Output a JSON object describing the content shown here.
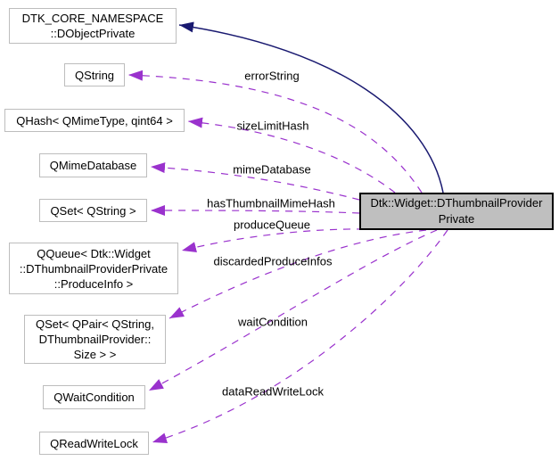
{
  "diagram_type": "class-collaboration-graph",
  "colors": {
    "usage_edge": "#9A32CD",
    "inheritance_edge": "#191970",
    "node_border": "#BDBDBD",
    "node_fill": "#FFFFFF",
    "main_node_fill": "#BFBFBF",
    "main_node_border": "#000000",
    "background": "#FFFFFF",
    "text": "#000000"
  },
  "main_node": {
    "label": "Dtk::Widget::DThumbnailProvider\nPrivate"
  },
  "nodes": [
    {
      "id": "dobjectprivate",
      "label": "DTK_CORE_NAMESPACE\n::DObjectPrivate"
    },
    {
      "id": "qstring",
      "label": "QString"
    },
    {
      "id": "qhash",
      "label": "QHash< QMimeType, qint64 >"
    },
    {
      "id": "qmimedatabase",
      "label": "QMimeDatabase"
    },
    {
      "id": "qset-qstring",
      "label": "QSet< QString >"
    },
    {
      "id": "qqueue-produceinfo",
      "label": "QQueue< Dtk::Widget\n::DThumbnailProviderPrivate\n::ProduceInfo >"
    },
    {
      "id": "qset-qpair",
      "label": "QSet< QPair< QString,\nDThumbnailProvider::\nSize > >"
    },
    {
      "id": "qwaitcondition",
      "label": "QWaitCondition"
    },
    {
      "id": "qreadwritelock",
      "label": "QReadWriteLock"
    }
  ],
  "edges": [
    {
      "label": "errorString",
      "type": "usage",
      "from": "main",
      "to": "qstring"
    },
    {
      "label": "sizeLimitHash",
      "type": "usage",
      "from": "main",
      "to": "qhash"
    },
    {
      "label": "mimeDatabase",
      "type": "usage",
      "from": "main",
      "to": "qmimedatabase"
    },
    {
      "label": "hasThumbnailMimeHash",
      "type": "usage",
      "from": "main",
      "to": "qset-qstring"
    },
    {
      "label": "produceQueue",
      "type": "usage",
      "from": "main",
      "to": "qqueue-produceinfo"
    },
    {
      "label": "discardedProduceInfos",
      "type": "usage",
      "from": "main",
      "to": "qset-qpair"
    },
    {
      "label": "waitCondition",
      "type": "usage",
      "from": "main",
      "to": "qwaitcondition"
    },
    {
      "label": "dataReadWriteLock",
      "type": "usage",
      "from": "main",
      "to": "qreadwritelock"
    },
    {
      "label": "",
      "type": "inheritance",
      "from": "main",
      "to": "dobjectprivate"
    }
  ]
}
